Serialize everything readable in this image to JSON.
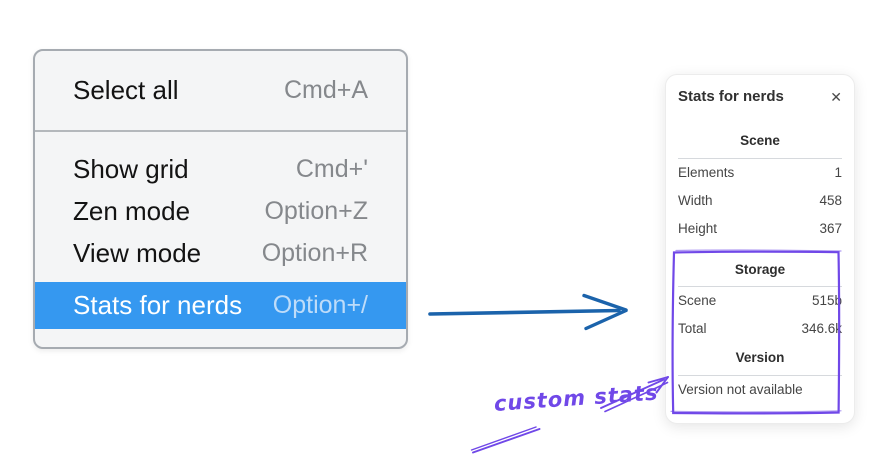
{
  "menu": {
    "items": [
      {
        "label": "Select all",
        "shortcut": "Cmd+A"
      },
      {
        "label": "Show grid",
        "shortcut": "Cmd+'"
      },
      {
        "label": "Zen mode",
        "shortcut": "Option+Z"
      },
      {
        "label": "View mode",
        "shortcut": "Option+R"
      },
      {
        "label": "Stats for nerds",
        "shortcut": "Option+/",
        "selected": true
      }
    ]
  },
  "stats_panel": {
    "title": "Stats for nerds",
    "close_glyph": "✕",
    "sections": [
      {
        "title": "Scene",
        "rows": [
          {
            "label": "Elements",
            "value": "1"
          },
          {
            "label": "Width",
            "value": "458"
          },
          {
            "label": "Height",
            "value": "367"
          }
        ]
      },
      {
        "title": "Storage",
        "rows": [
          {
            "label": "Scene",
            "value": "515b"
          },
          {
            "label": "Total",
            "value": "346.6k"
          }
        ]
      },
      {
        "title": "Version",
        "note": "Version not available"
      }
    ]
  },
  "annotations": {
    "label": "custom stats",
    "colors": {
      "purple": "#7048e8",
      "arrow_blue": "#1b63ab",
      "menu_highlight": "#3598f0"
    }
  }
}
